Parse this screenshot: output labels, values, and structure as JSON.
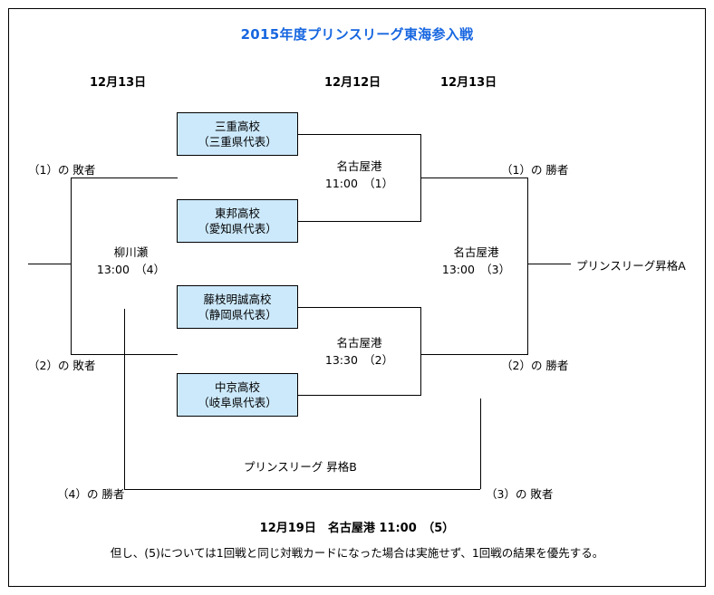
{
  "title": "2015年度プリンスリーグ東海参入戦",
  "accent_color": "#1766e0",
  "box_fill_color": "#cce9fb",
  "date_headers": [
    {
      "label": "12月13日"
    },
    {
      "label": "12月12日"
    },
    {
      "label": "12月13日"
    }
  ],
  "teams": [
    {
      "name": "三重高校",
      "rep": "（三重県代表）"
    },
    {
      "name": "東邦高校",
      "rep": "（愛知県代表）"
    },
    {
      "name": "藤枝明誠高校",
      "rep": "（静岡県代表）"
    },
    {
      "name": "中京高校",
      "rep": "（岐阜県代表）"
    }
  ],
  "matches": [
    {
      "venue": "名古屋港",
      "time": "11:00　（1）"
    },
    {
      "venue": "名古屋港",
      "time": "13:30　（2）"
    },
    {
      "venue": "名古屋港",
      "time": "13:00　（3）"
    },
    {
      "venue": "柳川瀬",
      "time": "13:00　（4）"
    }
  ],
  "labels": {
    "loser1": "（1）の 敗者",
    "loser2": "（2）の 敗者",
    "winner1": "（1）の 勝者",
    "winner2": "（2）の 勝者",
    "winner4": "（4）の 勝者",
    "loser3": "（3）の 敗者",
    "promote_a": "プリンスリーグ昇格A",
    "promote_b": "プリンスリーグ 昇格B"
  },
  "footer": {
    "main": "12月19日　名古屋港 11:00　（5）",
    "note": "但し、(5)については1回戦と同じ対戦カードになった場合は実施せず、1回戦の結果を優先する。"
  }
}
